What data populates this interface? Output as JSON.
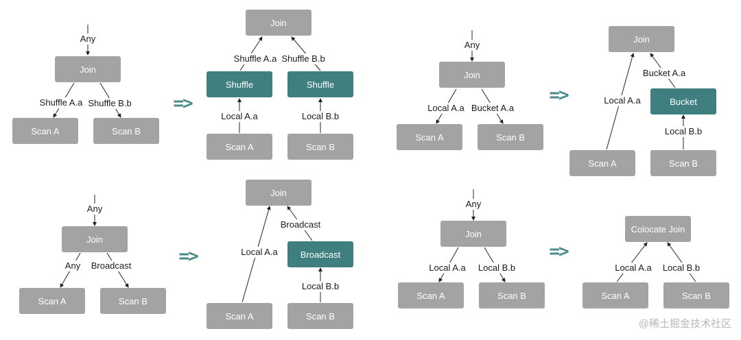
{
  "labels": {
    "join": "Join",
    "any": "Any",
    "shuffle": "Shuffle",
    "bucket": "Bucket",
    "broadcast": "Broadcast",
    "colocate_join": "Colocate Join",
    "scan_a": "Scan A",
    "scan_b": "Scan B",
    "shuffle_aa": "Shuffle A.a",
    "shuffle_bb": "Shuffle B.b",
    "local_aa": "Local A.a",
    "local_bb": "Local B.b",
    "bucket_aa": "Bucket A.a",
    "arrow": "=>"
  },
  "watermark": "@稀土掘金技术社区",
  "colors": {
    "node": "#a3a3a3",
    "highlight": "#3f7f80",
    "arrow": "#4a8a8a"
  }
}
